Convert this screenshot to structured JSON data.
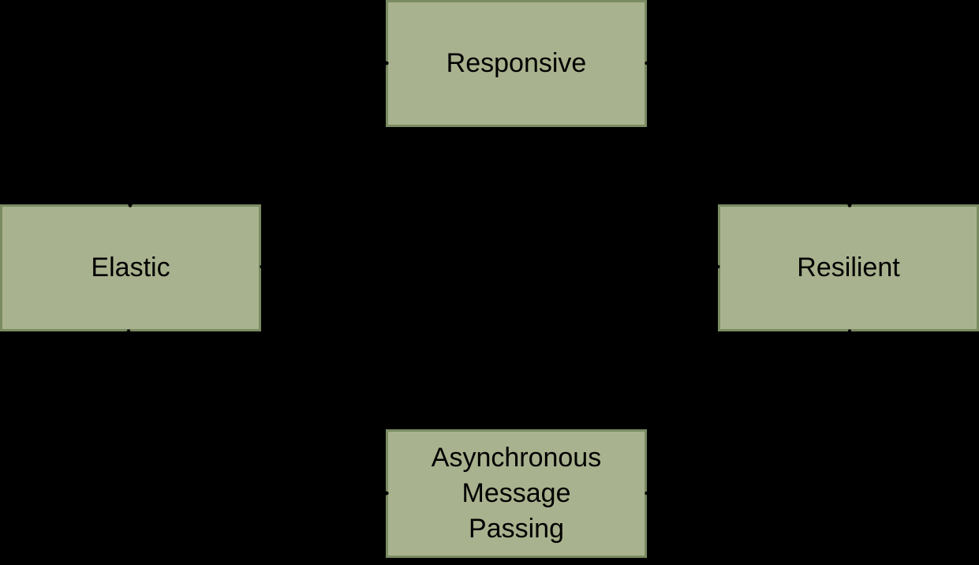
{
  "diagram": {
    "colors": {
      "bg": "#000000",
      "node_fill": "#A9B28E",
      "node_border": "#7A8B62",
      "node_text": "#000000",
      "connector": "#000000"
    },
    "nodes": {
      "responsive": {
        "label": "Responsive"
      },
      "elastic": {
        "label": "Elastic"
      },
      "resilient": {
        "label": "Resilient"
      },
      "message_passing": {
        "label": "Asynchronous Message Passing",
        "lines": [
          "Asynchronous",
          "Message",
          "Passing"
        ]
      }
    },
    "connectors": [
      {
        "from": "elastic",
        "to": "responsive",
        "shape": "elbow",
        "arrows": "both"
      },
      {
        "from": "resilient",
        "to": "responsive",
        "shape": "elbow",
        "arrows": "both"
      },
      {
        "from": "elastic",
        "to": "resilient",
        "shape": "straight",
        "arrows": "both"
      },
      {
        "from": "elastic",
        "to": "message_passing",
        "shape": "elbow",
        "arrows": "both"
      },
      {
        "from": "resilient",
        "to": "message_passing",
        "shape": "elbow",
        "arrows": "both"
      }
    ]
  }
}
